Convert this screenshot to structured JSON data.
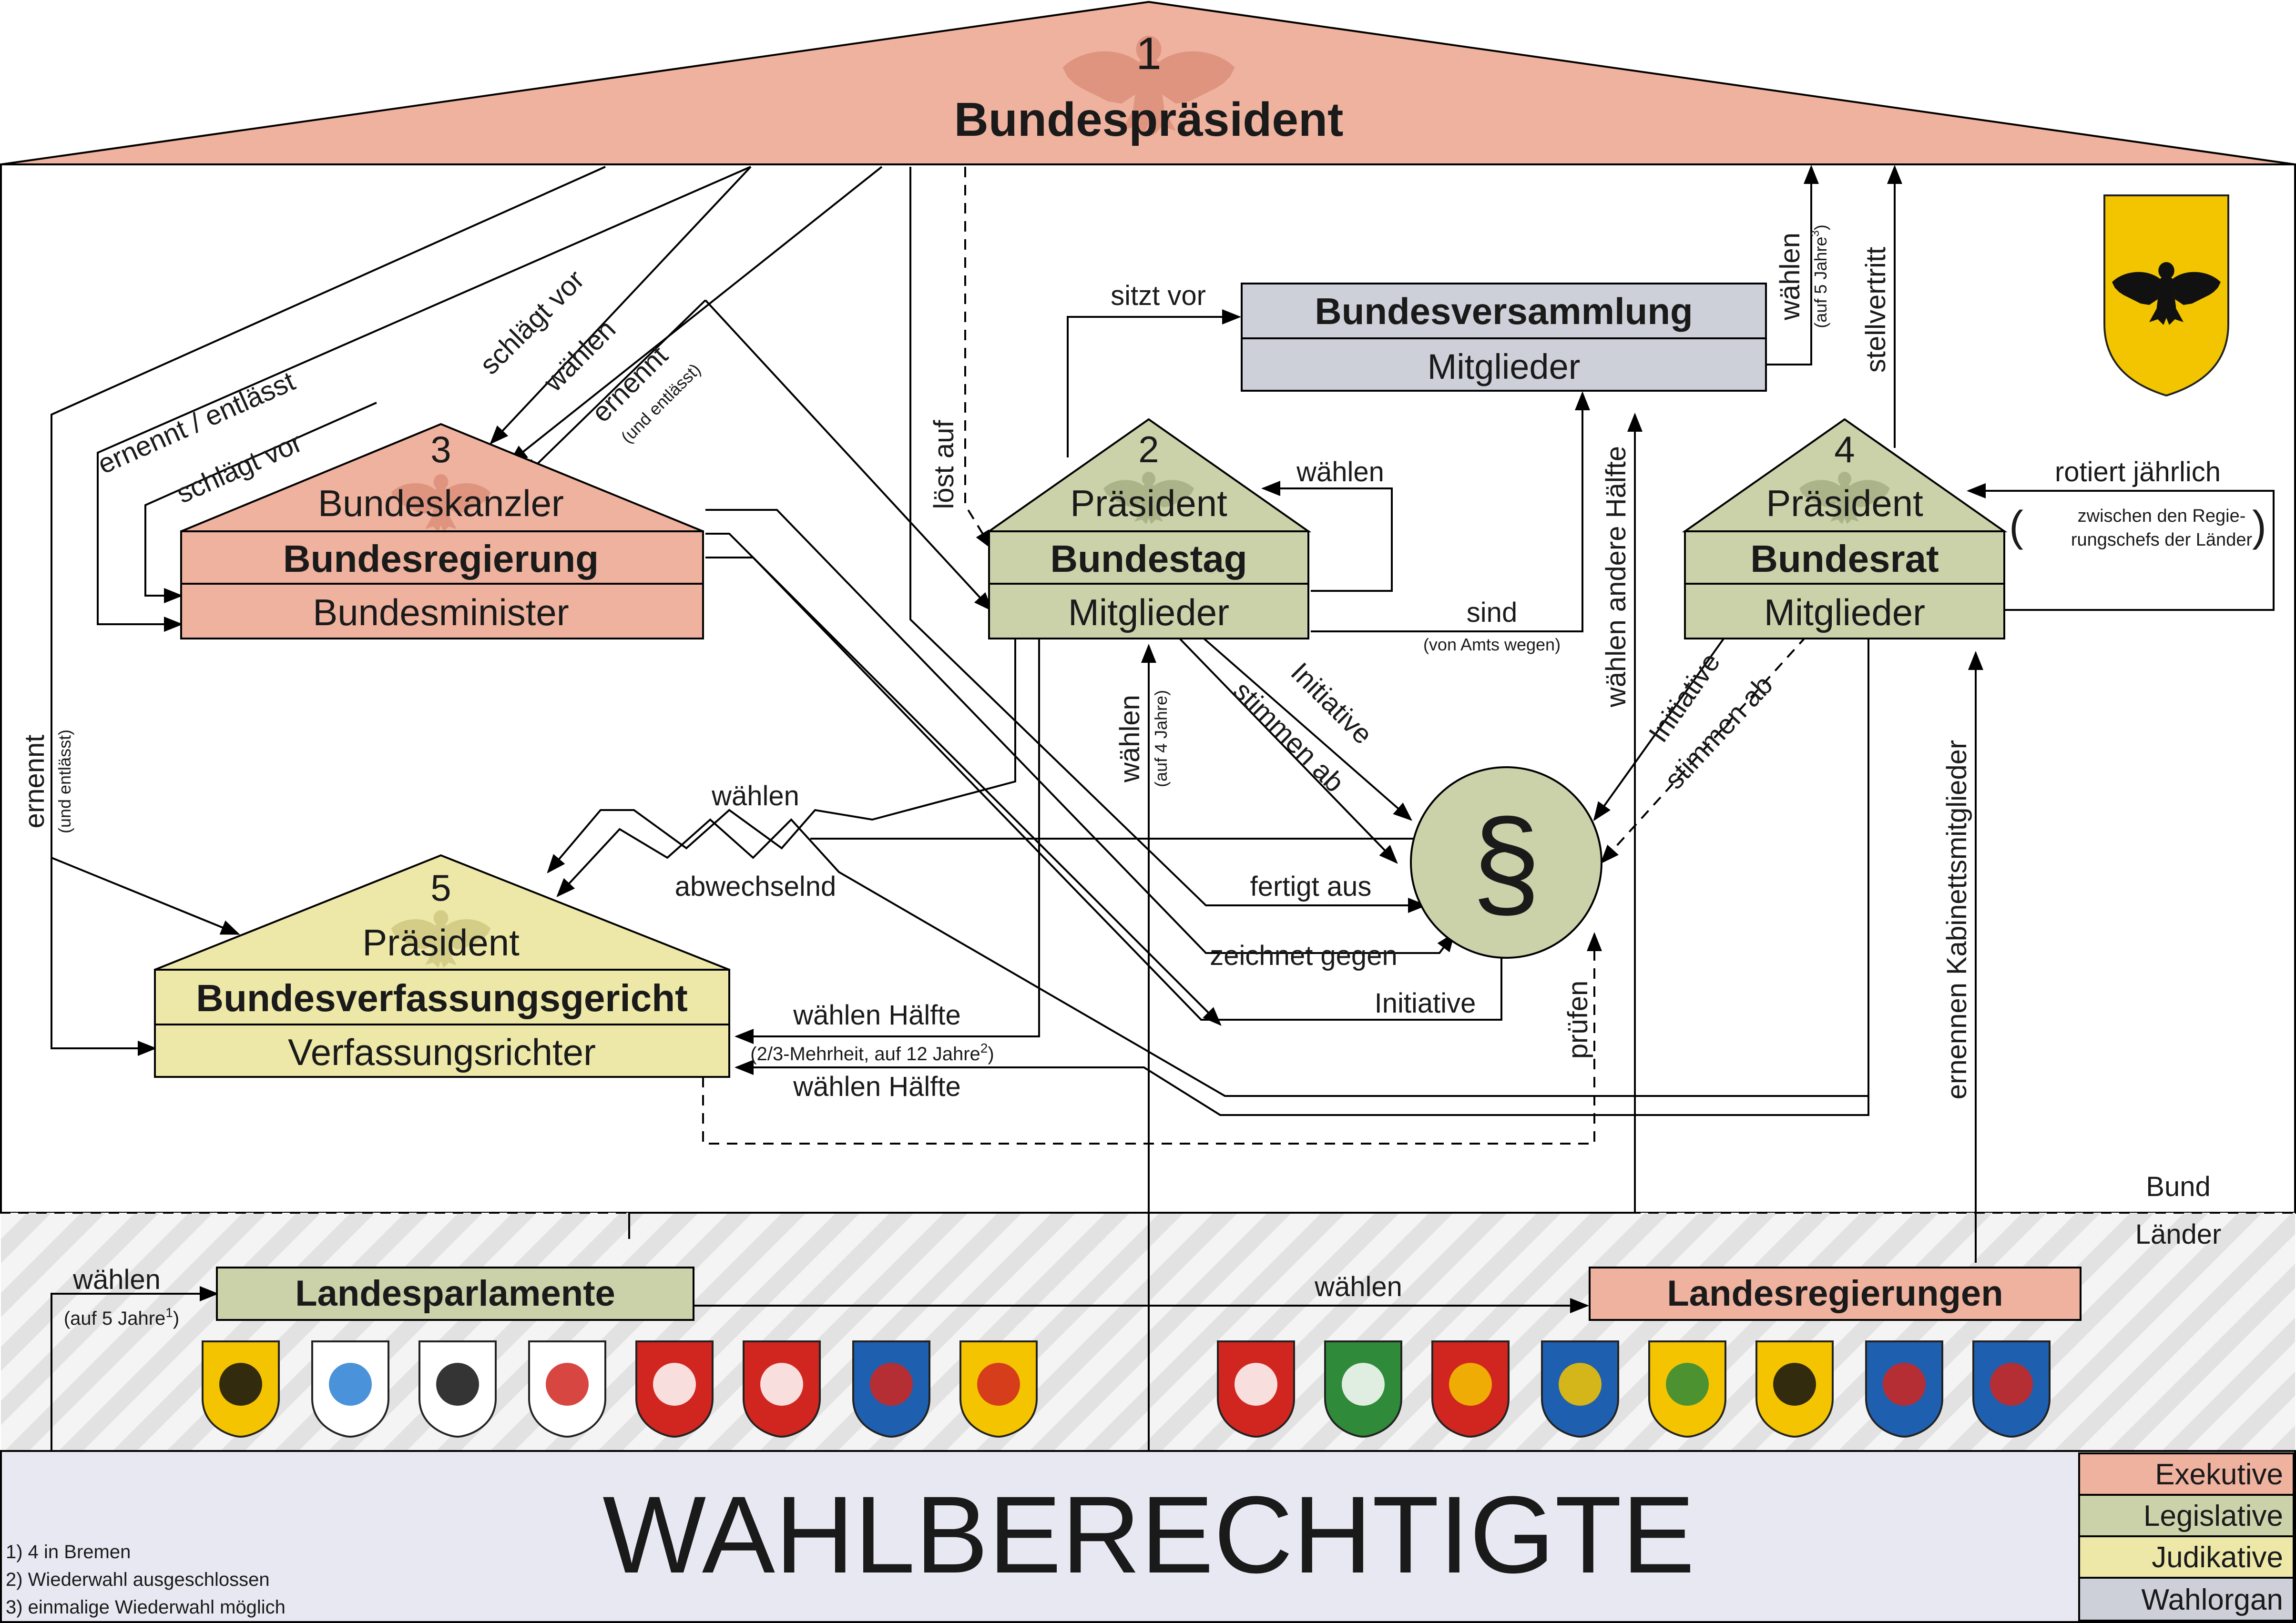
{
  "colors": {
    "executive": "#eeb29e",
    "legislative": "#cbd2aa",
    "judicative": "#ede8a8",
    "electoral": "#cdd0d8",
    "voters_band": "#e8e8f2",
    "land_stripe": "#e5e5e5"
  },
  "organs": {
    "president": {
      "number": "1",
      "name": "Bundespräsident"
    },
    "government": {
      "number": "3",
      "top": "Bundeskanzler",
      "name": "Bundesregierung",
      "bottom": "Bundesminister"
    },
    "bundestag": {
      "number": "2",
      "top": "Präsident",
      "name": "Bundestag",
      "bottom": "Mitglieder"
    },
    "bundesrat": {
      "number": "4",
      "top": "Präsident",
      "name": "Bundesrat",
      "bottom": "Mitglieder"
    },
    "court": {
      "number": "5",
      "top": "Präsident",
      "name": "Bundesverfassungsgericht",
      "bottom": "Verfassungsrichter"
    },
    "assembly": {
      "name": "Bundesversammlung",
      "bottom": "Mitglieder"
    },
    "law": {
      "symbol": "§"
    },
    "state_parliaments": {
      "name": "Landesparlamente"
    },
    "state_governments": {
      "name": "Landesregierungen"
    }
  },
  "labels": {
    "ernennt_entlaesst": "ernennt / entlässt",
    "schlaegt_vor_left": "schlägt vor",
    "schlaegt_vor_diag": "schlägt vor",
    "waehlen_diag": "wählen",
    "ernennt_diag": "ernennt",
    "ernennt_diag_sub": "(und entlässt)",
    "ernennt_vert": "ernennt",
    "ernennt_vert_sub": "(und entlässt)",
    "loest_auf": "löst auf",
    "sitzt_vor": "sitzt vor",
    "waehlen_self": "wählen",
    "sind": "sind",
    "sind_sub": "(von Amts wegen)",
    "waehlen_5j": "wählen",
    "waehlen_5j_sub": "(auf 5 Jahre",
    "waehlen_5j_sup": "3",
    "waehlen_5j_close": ")",
    "stellvertritt": "stellvertritt",
    "rotiert": "rotiert jährlich",
    "rotiert_sub1": "zwischen den Regie-",
    "rotiert_sub2": "rungschefs der Länder",
    "waehlen_andere_haelfte": "wählen andere Hälfte",
    "initiative_bt": "Initiative",
    "stimmen_ab_bt": "stimmen ab",
    "initiative_br": "Initiative",
    "stimmen_ab_br": "stimmen ab",
    "waehlen_4j": "wählen",
    "waehlen_4j_sub": "(auf 4 Jahre)",
    "ernennen_kabinett": "ernennen Kabinettsmitglieder",
    "waehlen_court": "wählen",
    "abwechselnd": "abwechselnd",
    "fertigt_aus": "fertigt aus",
    "zeichnet_gegen": "zeichnet gegen",
    "initiative_gov": "Initiative",
    "pruefen": "prüfen",
    "waehlen_haelfte_1": "wählen Hälfte",
    "mehrheit": "(2/3-Mehrheit, auf 12 Jahre",
    "mehrheit_sup": "2",
    "mehrheit_close": ")",
    "waehlen_haelfte_2": "wählen Hälfte",
    "bund": "Bund",
    "laender": "Länder",
    "waehlen_lp": "wählen",
    "waehlen_lp_sub": "(auf 5 Jahre",
    "waehlen_lp_sup": "1",
    "waehlen_lp_close": ")",
    "waehlen_lr": "wählen"
  },
  "voters": {
    "title": "WAHLBERECHTIGTE"
  },
  "footnotes": [
    "1) 4 in Bremen",
    "2) Wiederwahl ausgeschlossen",
    "3) einmalige Wiederwahl möglich"
  ],
  "legend": [
    {
      "label": "Exekutive",
      "color": "#eeb29e"
    },
    {
      "label": "Legislative",
      "color": "#cbd2aa"
    },
    {
      "label": "Judikative",
      "color": "#ede8a8"
    },
    {
      "label": "Wahlorgan",
      "color": "#cdd0d8"
    }
  ],
  "state_coats": [
    {
      "icon": "coat-baden-wuerttemberg",
      "bg": "#f5c400",
      "fg": "#111111"
    },
    {
      "icon": "coat-bayern",
      "bg": "#ffffff",
      "fg": "#2a7fd4"
    },
    {
      "icon": "coat-berlin",
      "bg": "#ffffff",
      "fg": "#111111"
    },
    {
      "icon": "coat-brandenburg",
      "bg": "#ffffff",
      "fg": "#d0261f"
    },
    {
      "icon": "coat-bremen",
      "bg": "#d0261f",
      "fg": "#ffffff"
    },
    {
      "icon": "coat-hamburg",
      "bg": "#d0261f",
      "fg": "#ffffff"
    },
    {
      "icon": "coat-hessen",
      "bg": "#1f5fb0",
      "fg": "#d0261f"
    },
    {
      "icon": "coat-mecklenburg-vorpommern",
      "bg": "#f5c400",
      "fg": "#d0261f"
    },
    {
      "icon": "coat-niedersachsen",
      "bg": "#d0261f",
      "fg": "#ffffff"
    },
    {
      "icon": "coat-nordrhein-westfalen",
      "bg": "#2f8a3a",
      "fg": "#ffffff"
    },
    {
      "icon": "coat-rheinland-pfalz",
      "bg": "#d0261f",
      "fg": "#f5c400"
    },
    {
      "icon": "coat-saarland",
      "bg": "#1f5fb0",
      "fg": "#f5c400"
    },
    {
      "icon": "coat-sachsen",
      "bg": "#f5c400",
      "fg": "#2f8a3a"
    },
    {
      "icon": "coat-sachsen-anhalt",
      "bg": "#f5c400",
      "fg": "#111111"
    },
    {
      "icon": "coat-schleswig-holstein",
      "bg": "#1f5fb0",
      "fg": "#d0261f"
    },
    {
      "icon": "coat-thueringen",
      "bg": "#1f5fb0",
      "fg": "#d0261f"
    }
  ]
}
